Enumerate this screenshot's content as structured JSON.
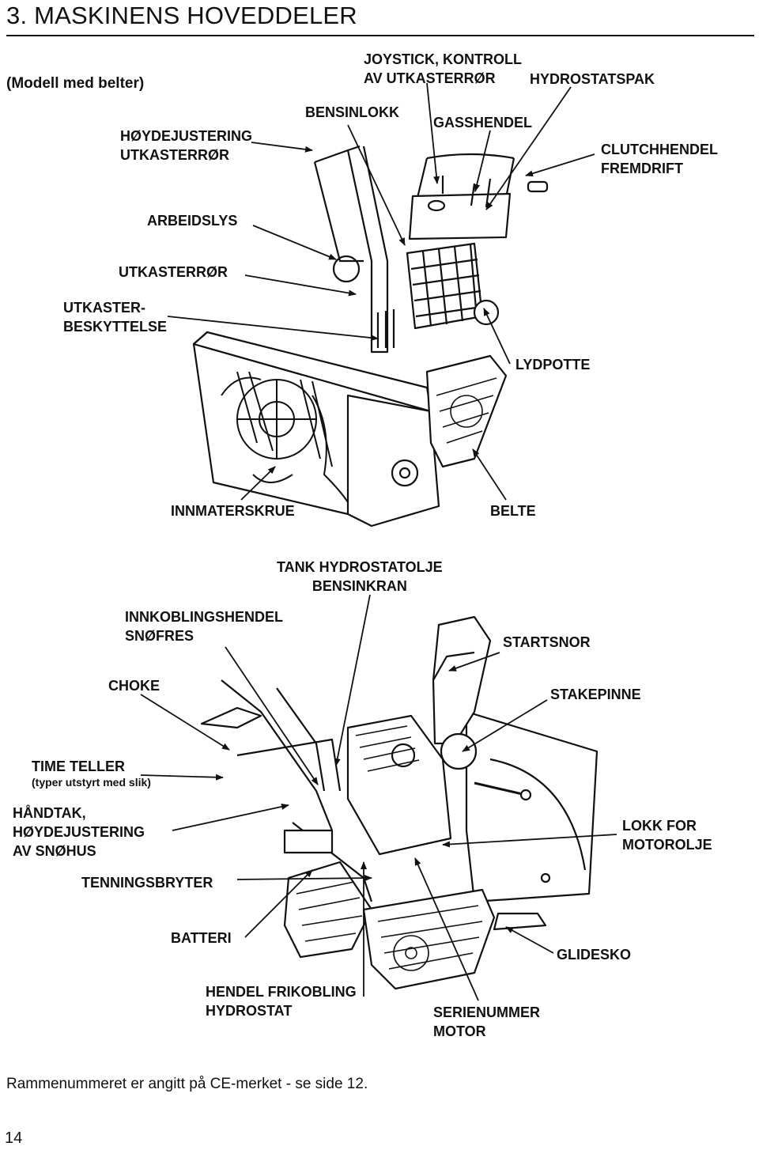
{
  "section_title": "3. MASKINENS HOVEDDELER",
  "model_note": "(Modell med belter)",
  "labels_top": {
    "joystick_1": "JOYSTICK, KONTROLL",
    "joystick_2": "AV UTKASTERRØR",
    "hydrostatspak": "HYDROSTATSPAK",
    "bensinlokk": "BENSINLOKK",
    "gasshendel": "GASSHENDEL",
    "hoydejustering_1": "HØYDEJUSTERING",
    "hoydejustering_2": "UTKASTERRØR",
    "clutch_1": "CLUTCHHENDEL",
    "clutch_2": "FREMDRIFT",
    "arbeidslys": "ARBEIDSLYS",
    "utkasterror": "UTKASTERRØR",
    "beskyttelse_1": "UTKASTER-",
    "beskyttelse_2": "BESKYTTELSE",
    "lydpotte": "LYDPOTTE",
    "innmaterskrue": "INNMATERSKRUE",
    "belte": "BELTE"
  },
  "labels_bottom": {
    "tank_1": "TANK HYDROSTATOLJE",
    "tank_2": "BENSINKRAN",
    "innkobling_1": "INNKOBLINGSHENDEL",
    "innkobling_2": "SNØFRES",
    "startsnor": "STARTSNOR",
    "choke": "CHOKE",
    "stakepinne": "STAKEPINNE",
    "timeteller_1": "TIME TELLER",
    "timeteller_2": "(typer utstyrt med slik)",
    "handtak_1": "HÅNDTAK,",
    "handtak_2": "HØYDEJUSTERING",
    "handtak_3": "AV SNØHUS",
    "lokk_1": "LOKK FOR",
    "lokk_2": "MOTOROLJE",
    "tenningsbryter": "TENNINGSBRYTER",
    "batteri": "BATTERI",
    "glidesko": "GLIDESKO",
    "frikobling_1": "HENDEL FRIKOBLING",
    "frikobling_2": "HYDROSTAT",
    "serienummer_1": "SERIENUMMER",
    "serienummer_2": "MOTOR"
  },
  "footer_note": "Rammenummeret er angitt på CE-merket - se side 12.",
  "page_number": "14"
}
